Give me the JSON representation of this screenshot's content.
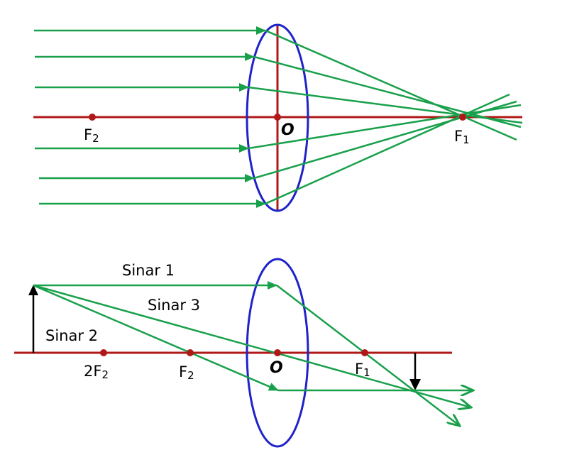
{
  "colors": {
    "ray": "#19a04b",
    "axis": "#b01818",
    "lens": "#1f23c8",
    "object": "#000000",
    "point": "#b01818"
  },
  "top_diagram": {
    "focal_left": {
      "letter": "F",
      "sub": "2"
    },
    "center": "O",
    "focal_right": {
      "letter": "F",
      "sub": "1"
    }
  },
  "bottom_diagram": {
    "two_f_left": {
      "letter": "2F",
      "sub": "2"
    },
    "focal_left": {
      "letter": "F",
      "sub": "2"
    },
    "center": "O",
    "focal_right": {
      "letter": "F",
      "sub": "1"
    },
    "rays": [
      "Sinar 1",
      "Sinar 3",
      "Sinar 2"
    ]
  }
}
